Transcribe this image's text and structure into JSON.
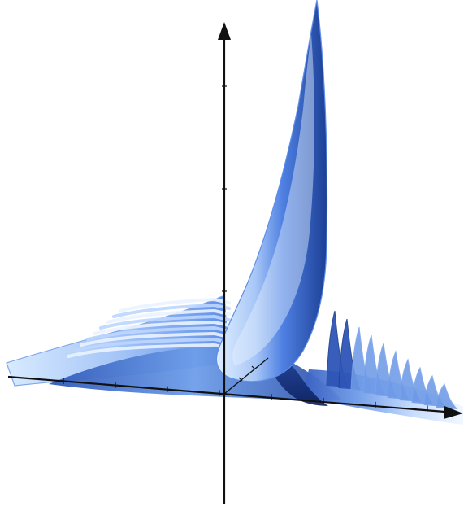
{
  "chart_data": {
    "type": "surface",
    "title": "",
    "xlabel": "",
    "ylabel": "",
    "zlabel": "",
    "axes": {
      "x_visible": true,
      "y_visible": true,
      "z_visible": true,
      "x_tick_count": 8,
      "z_tick_count": 4,
      "arrow_heads": [
        "z-up",
        "x-right"
      ]
    },
    "surface": {
      "description_hidden": true,
      "peak_count": 1,
      "ripple_count_left": 9,
      "ripple_count_right": 10
    },
    "colors": {
      "surface_light": "#cfe3ff",
      "surface_mid": "#86adf0",
      "surface_dark": "#3f6ed6",
      "surface_shadow": "#1f3f9a",
      "axis": "#111111",
      "background": "#ffffff"
    },
    "grid": false
  }
}
